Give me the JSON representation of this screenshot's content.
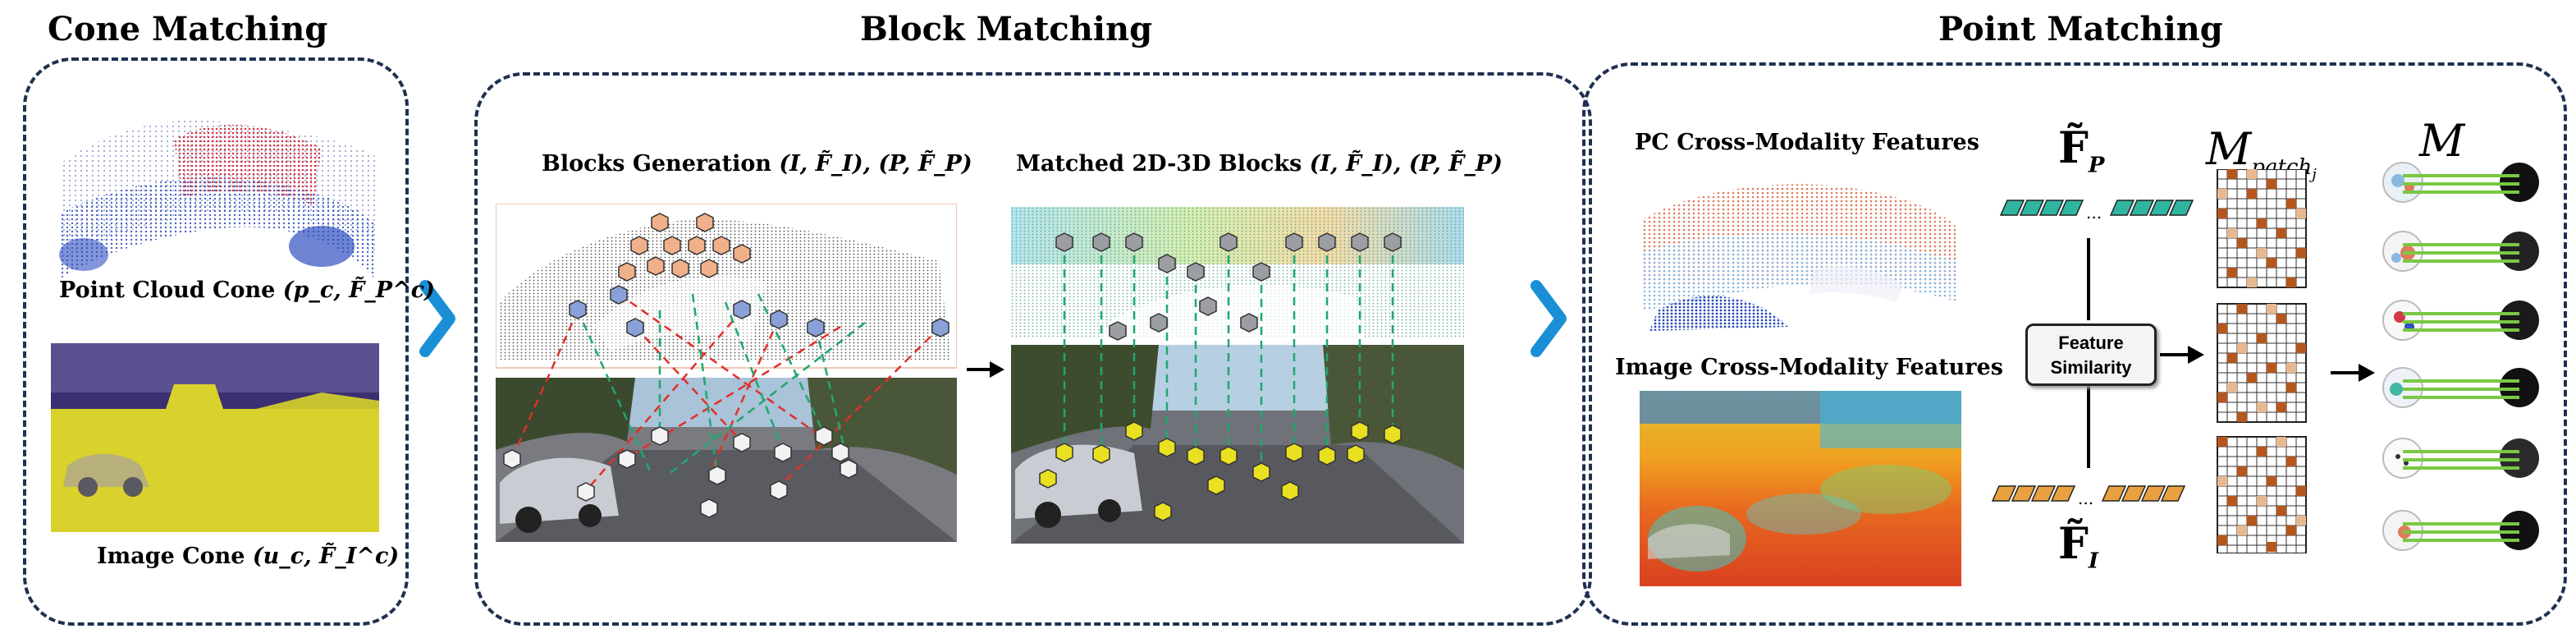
{
  "sections": {
    "cone": {
      "title": "Cone Matching"
    },
    "block": {
      "title": "Block Matching"
    },
    "point": {
      "title": "Point Matching"
    }
  },
  "cone_panel": {
    "point_cloud_caption": "Point Cloud Cone",
    "point_cloud_math": "(p_c, F̃_P^c)",
    "image_caption": "Image Cone",
    "image_math": "(u_c, F̃_I^c)"
  },
  "block_panel": {
    "generation_caption": "Blocks Generation",
    "generation_math": "(I, F̃_I), (P, F̃_P)",
    "matched_caption": "Matched 2D-3D Blocks",
    "matched_math": "(I, F̃_I), (P, F̃_P)"
  },
  "point_panel": {
    "pc_features_caption": "PC Cross-Modality Features",
    "img_features_caption": "Image Cross-Modality Features",
    "feature_similarity_line1": "Feature",
    "feature_similarity_line2": "Similarity",
    "fp_label": "F̃",
    "fp_sub": "P",
    "fi_label": "F̃",
    "fi_sub": "I",
    "m_patch_label": "M",
    "m_patch_sub": "patch",
    "m_patch_subsub": "j",
    "m_label": "M"
  },
  "colors": {
    "panel_border": "#1f3050",
    "chevron": "#1a8fd6",
    "red_match": "#e0302a",
    "green_match": "#1fa870",
    "yellow_point": "#e8e020",
    "orange_cell": "#b5561c",
    "teal_feature": "#2fb5a0",
    "orange_feature": "#e8a040"
  }
}
